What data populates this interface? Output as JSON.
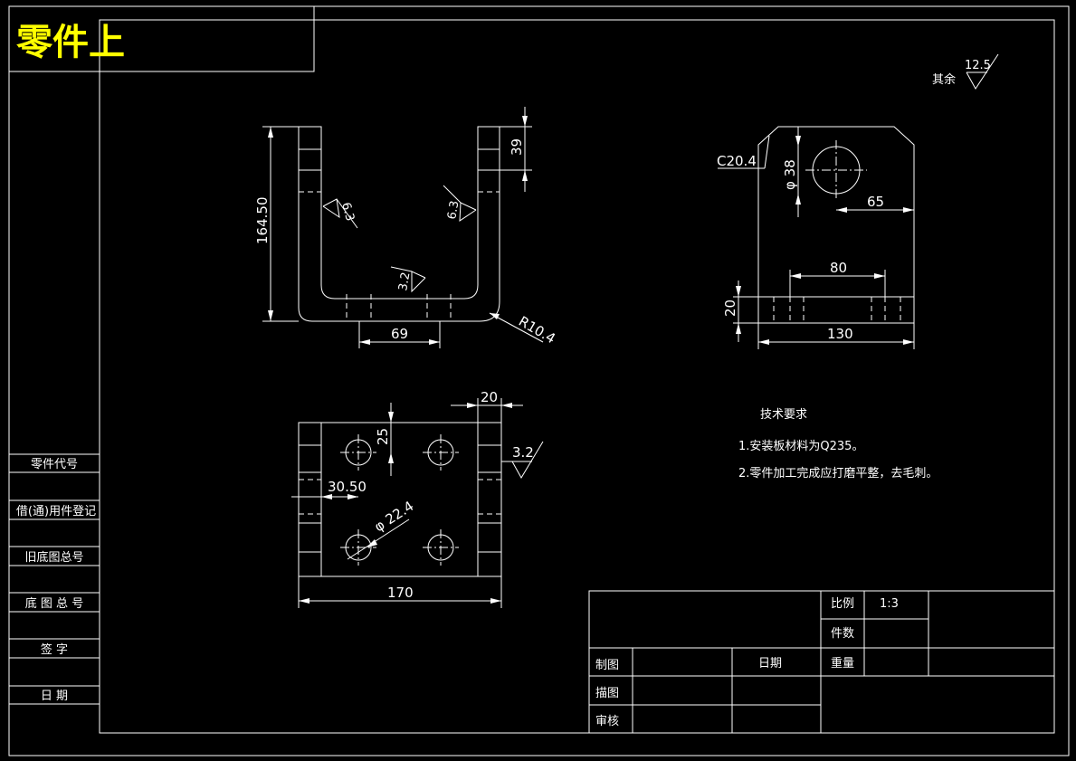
{
  "title": "零件上",
  "roughness_general": {
    "label": "其余",
    "value": "12.5"
  },
  "front_view": {
    "dims": {
      "height": "164.50",
      "top": "39",
      "bottom_width": "69",
      "radius": "R10.4"
    },
    "roughness": [
      "6.3",
      "6.3",
      "3.2"
    ]
  },
  "side_view": {
    "dims": {
      "chamfer": "C20.4",
      "hole_dia": "φ 38",
      "hole_offset": "65",
      "slot": "80",
      "thickness": "20",
      "width": "130"
    }
  },
  "top_view": {
    "dims": {
      "edge": "20",
      "hole_y": "25",
      "hole_x": "30.50",
      "hole_dia": "φ 22.4",
      "width": "170"
    },
    "roughness": "3.2"
  },
  "tech_requirements": {
    "heading": "技术要求",
    "items": [
      "1.安装板材料为Q235。",
      "2.零件加工完成应打磨平整，去毛刺。"
    ]
  },
  "left_strip": {
    "labels": [
      "零件代号",
      "借(通)用件登记",
      "旧底图总号",
      "底 图 总 号",
      "签   字",
      "日   期"
    ]
  },
  "title_block": {
    "scale_label": "比例",
    "scale_value": "1:3",
    "count_label": "件数",
    "weight_label": "重量",
    "date_label": "日期",
    "rows": [
      "制图",
      "描图",
      "审核"
    ]
  }
}
